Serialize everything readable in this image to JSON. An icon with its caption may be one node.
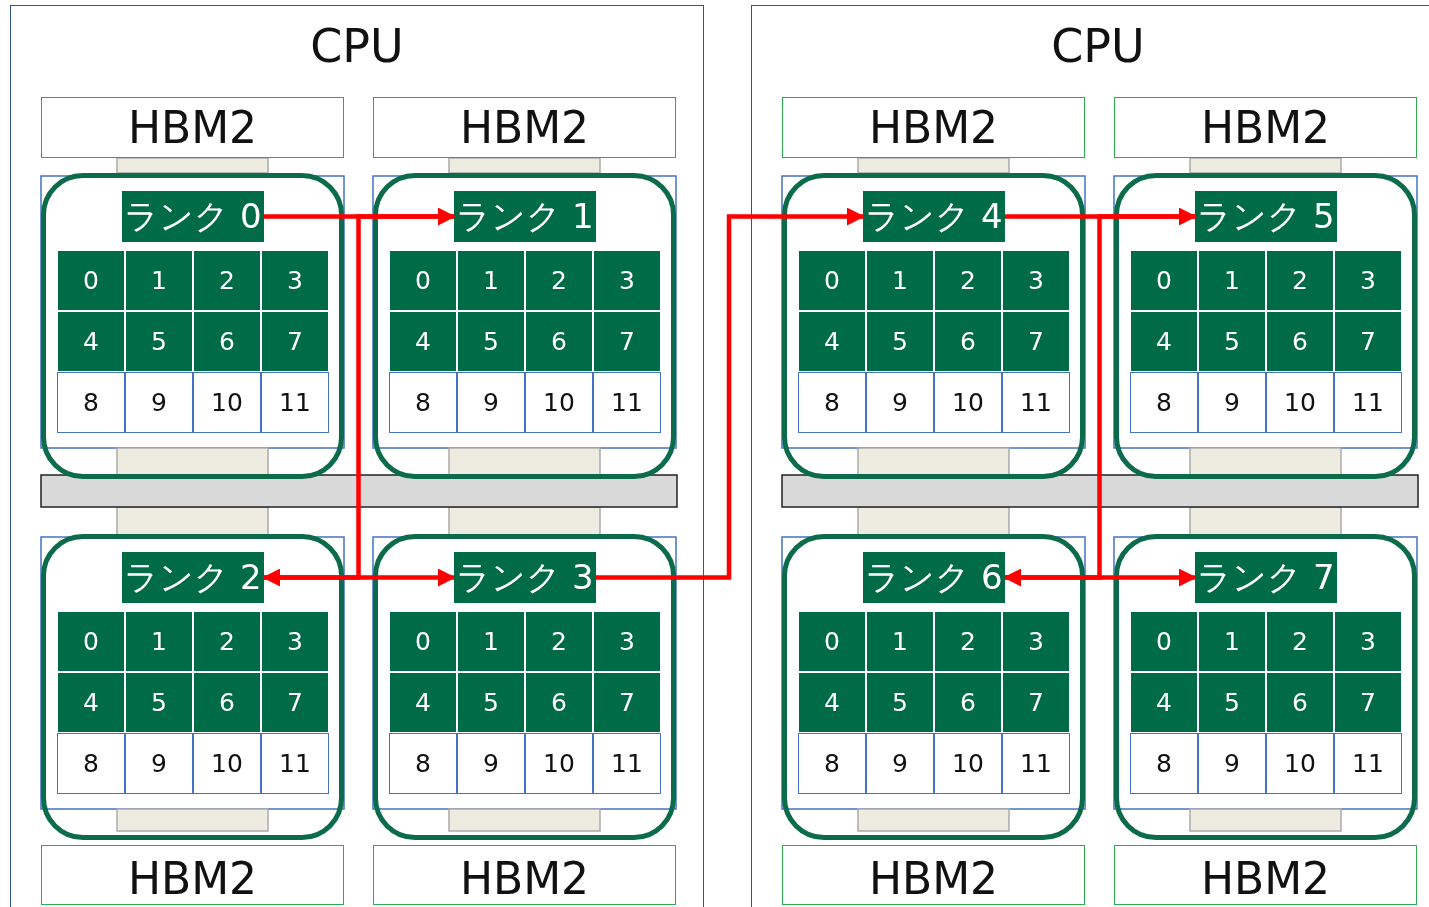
{
  "diagram": {
    "nodes": [
      {
        "text": [
          "CPU"
        ]
      },
      {
        "text": [
          "HBM2"
        ],
        "in": 0
      },
      {
        "text": [
          "HBM2"
        ],
        "in": 0
      },
      {
        "text": [],
        "shape": "box",
        "in": 0
      },
      {
        "text": [
          "ランク 0"
        ],
        "in": 3
      },
      {
        "text": [
          "0"
        ],
        "in": 3
      },
      {
        "text": [
          "1"
        ],
        "in": 3
      },
      {
        "text": [
          "2"
        ],
        "in": 3
      },
      {
        "text": [
          "3"
        ],
        "in": 3
      },
      {
        "text": [
          "4"
        ],
        "in": 3
      },
      {
        "text": [
          "5"
        ],
        "in": 3
      },
      {
        "text": [
          "6"
        ],
        "in": 3
      },
      {
        "text": [
          "7"
        ],
        "in": 3
      },
      {
        "text": [
          "8"
        ],
        "in": 3
      },
      {
        "text": [
          "9"
        ],
        "in": 3
      },
      {
        "text": [
          "10"
        ],
        "in": 3
      },
      {
        "text": [
          "11"
        ],
        "in": 3
      },
      {
        "text": [],
        "shape": "box",
        "in": 0
      },
      {
        "text": [
          "ランク 1"
        ],
        "in": 17
      },
      {
        "text": [
          "0"
        ],
        "in": 17
      },
      {
        "text": [
          "1"
        ],
        "in": 17
      },
      {
        "text": [
          "2"
        ],
        "in": 17
      },
      {
        "text": [
          "3"
        ],
        "in": 17
      },
      {
        "text": [
          "4"
        ],
        "in": 17
      },
      {
        "text": [
          "5"
        ],
        "in": 17
      },
      {
        "text": [
          "6"
        ],
        "in": 17
      },
      {
        "text": [
          "7"
        ],
        "in": 17
      },
      {
        "text": [
          "8"
        ],
        "in": 17
      },
      {
        "text": [
          "9"
        ],
        "in": 17
      },
      {
        "text": [
          "10"
        ],
        "in": 17
      },
      {
        "text": [
          "11"
        ],
        "in": 17
      },
      {
        "text": [],
        "shape": "box",
        "in": 0
      },
      {
        "text": [
          "ランク 2"
        ],
        "in": 31
      },
      {
        "text": [
          "0"
        ],
        "in": 31
      },
      {
        "text": [
          "1"
        ],
        "in": 31
      },
      {
        "text": [
          "2"
        ],
        "in": 31
      },
      {
        "text": [
          "3"
        ],
        "in": 31
      },
      {
        "text": [
          "4"
        ],
        "in": 31
      },
      {
        "text": [
          "5"
        ],
        "in": 31
      },
      {
        "text": [
          "6"
        ],
        "in": 31
      },
      {
        "text": [
          "7"
        ],
        "in": 31
      },
      {
        "text": [
          "8"
        ],
        "in": 31
      },
      {
        "text": [
          "9"
        ],
        "in": 31
      },
      {
        "text": [
          "10"
        ],
        "in": 31
      },
      {
        "text": [
          "11"
        ],
        "in": 31
      },
      {
        "text": [],
        "shape": "box",
        "in": 0
      },
      {
        "text": [
          "ランク 3"
        ],
        "in": 45
      },
      {
        "text": [
          "0"
        ],
        "in": 45
      },
      {
        "text": [
          "1"
        ],
        "in": 45
      },
      {
        "text": [
          "2"
        ],
        "in": 45
      },
      {
        "text": [
          "3"
        ],
        "in": 45
      },
      {
        "text": [
          "4"
        ],
        "in": 45
      },
      {
        "text": [
          "5"
        ],
        "in": 45
      },
      {
        "text": [
          "6"
        ],
        "in": 45
      },
      {
        "text": [
          "7"
        ],
        "in": 45
      },
      {
        "text": [
          "8"
        ],
        "in": 45
      },
      {
        "text": [
          "9"
        ],
        "in": 45
      },
      {
        "text": [
          "10"
        ],
        "in": 45
      },
      {
        "text": [
          "11"
        ],
        "in": 45
      },
      {
        "text": [
          "HBM2"
        ],
        "in": 0
      },
      {
        "text": [
          "HBM2"
        ],
        "in": 0
      },
      {
        "text": [
          "CPU"
        ]
      },
      {
        "text": [
          "HBM2"
        ],
        "in": 61
      },
      {
        "text": [
          "HBM2"
        ],
        "in": 61
      },
      {
        "text": [],
        "shape": "box",
        "in": 61
      },
      {
        "text": [
          "ランク 4"
        ],
        "in": 64
      },
      {
        "text": [
          "0"
        ],
        "in": 64
      },
      {
        "text": [
          "1"
        ],
        "in": 64
      },
      {
        "text": [
          "2"
        ],
        "in": 64
      },
      {
        "text": [
          "3"
        ],
        "in": 64
      },
      {
        "text": [
          "4"
        ],
        "in": 64
      },
      {
        "text": [
          "5"
        ],
        "in": 64
      },
      {
        "text": [
          "6"
        ],
        "in": 64
      },
      {
        "text": [
          "7"
        ],
        "in": 64
      },
      {
        "text": [
          "8"
        ],
        "in": 64
      },
      {
        "text": [
          "9"
        ],
        "in": 64
      },
      {
        "text": [
          "10"
        ],
        "in": 64
      },
      {
        "text": [
          "11"
        ],
        "in": 64
      },
      {
        "text": [],
        "shape": "box",
        "in": 61
      },
      {
        "text": [
          "ランク 5"
        ],
        "in": 78
      },
      {
        "text": [
          "0"
        ],
        "in": 78
      },
      {
        "text": [
          "1"
        ],
        "in": 78
      },
      {
        "text": [
          "2"
        ],
        "in": 78
      },
      {
        "text": [
          "3"
        ],
        "in": 78
      },
      {
        "text": [
          "4"
        ],
        "in": 78
      },
      {
        "text": [
          "5"
        ],
        "in": 78
      },
      {
        "text": [
          "6"
        ],
        "in": 78
      },
      {
        "text": [
          "7"
        ],
        "in": 78
      },
      {
        "text": [
          "8"
        ],
        "in": 78
      },
      {
        "text": [
          "9"
        ],
        "in": 78
      },
      {
        "text": [
          "10"
        ],
        "in": 78
      },
      {
        "text": [
          "11"
        ],
        "in": 78
      },
      {
        "text": [],
        "shape": "box",
        "in": 61
      },
      {
        "text": [
          "ランク 6"
        ],
        "in": 92
      },
      {
        "text": [
          "0"
        ],
        "in": 92
      },
      {
        "text": [
          "1"
        ],
        "in": 92
      },
      {
        "text": [
          "2"
        ],
        "in": 92
      },
      {
        "text": [
          "3"
        ],
        "in": 92
      },
      {
        "text": [
          "4"
        ],
        "in": 92
      },
      {
        "text": [
          "5"
        ],
        "in": 92
      },
      {
        "text": [
          "6"
        ],
        "in": 92
      },
      {
        "text": [
          "7"
        ],
        "in": 92
      },
      {
        "text": [
          "8"
        ],
        "in": 92
      },
      {
        "text": [
          "9"
        ],
        "in": 92
      },
      {
        "text": [
          "10"
        ],
        "in": 92
      },
      {
        "text": [
          "11"
        ],
        "in": 92
      },
      {
        "text": [],
        "shape": "box",
        "in": 61
      },
      {
        "text": [
          "ランク 7"
        ],
        "in": 106
      },
      {
        "text": [
          "0"
        ],
        "in": 106
      },
      {
        "text": [
          "1"
        ],
        "in": 106
      },
      {
        "text": [
          "2"
        ],
        "in": 106
      },
      {
        "text": [
          "3"
        ],
        "in": 106
      },
      {
        "text": [
          "4"
        ],
        "in": 106
      },
      {
        "text": [
          "5"
        ],
        "in": 106
      },
      {
        "text": [
          "6"
        ],
        "in": 106
      },
      {
        "text": [
          "7"
        ],
        "in": 106
      },
      {
        "text": [
          "8"
        ],
        "in": 106
      },
      {
        "text": [
          "9"
        ],
        "in": 106
      },
      {
        "text": [
          "10"
        ],
        "in": 106
      },
      {
        "text": [
          "11"
        ],
        "in": 106
      },
      {
        "text": [
          "HBM2"
        ],
        "in": 61
      },
      {
        "text": [
          "HBM2"
        ],
        "in": 61
      }
    ],
    "edges": [
      {
        "from": 4,
        "to": 18,
        "arrow": "to"
      },
      {
        "from": 18,
        "to": 32,
        "arrow": "to"
      },
      {
        "from": 32,
        "to": 46,
        "arrow": "to"
      },
      {
        "from": 46,
        "to": 65,
        "arrow": "to"
      },
      {
        "from": 65,
        "to": 79,
        "arrow": "to"
      },
      {
        "from": 79,
        "to": 93,
        "arrow": "to"
      },
      {
        "from": 93,
        "to": 107,
        "arrow": "to"
      }
    ]
  }
}
